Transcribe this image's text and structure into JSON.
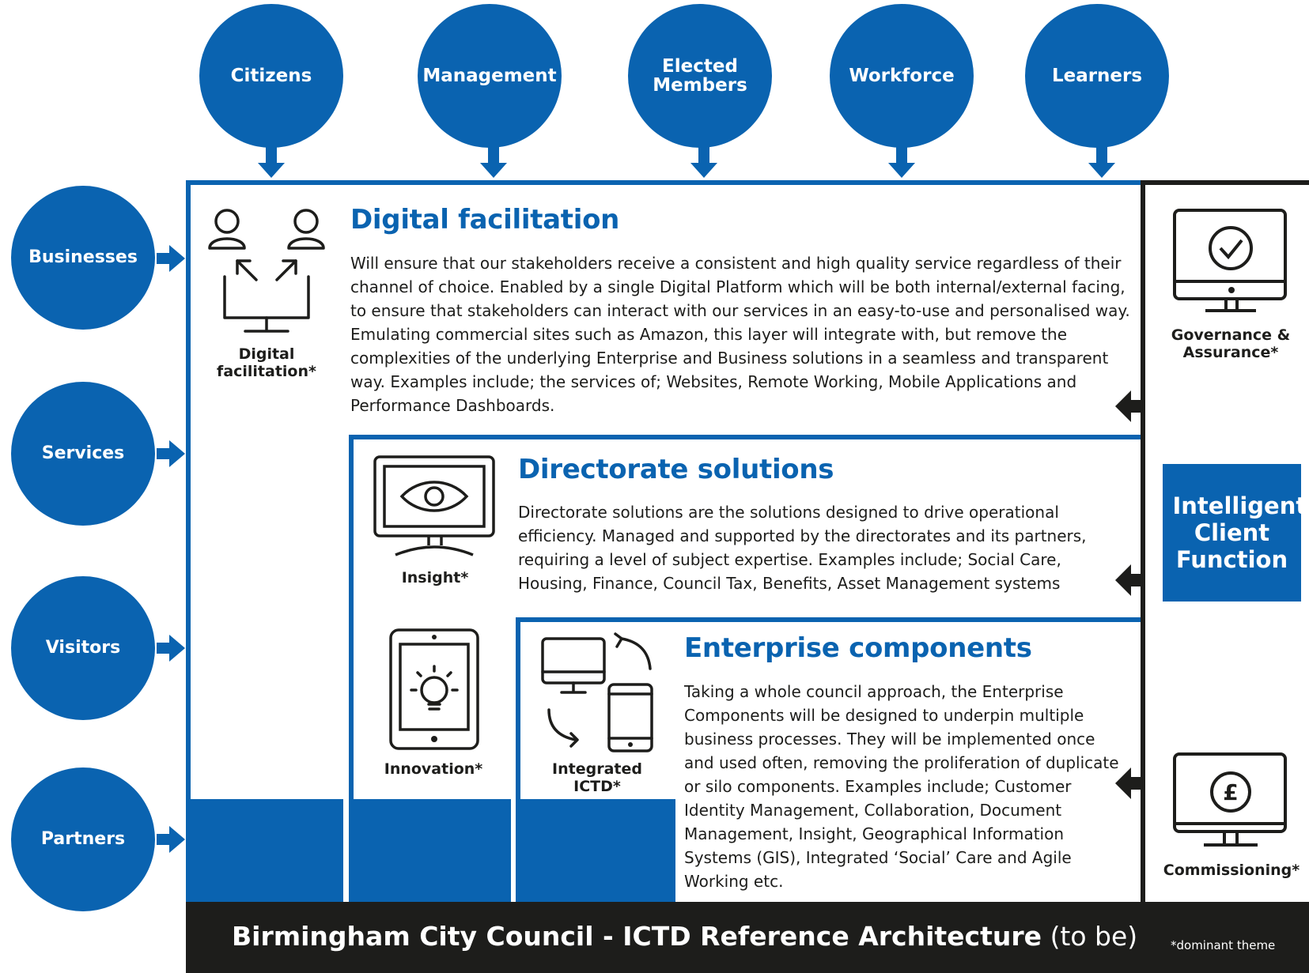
{
  "stakeholders_top": [
    "Citizens",
    "Management",
    "Elected Members",
    "Workforce",
    "Learners"
  ],
  "stakeholders_left": [
    "Businesses",
    "Services",
    "Visitors",
    "Partners"
  ],
  "layers": {
    "digital": {
      "title": "Digital facilitation",
      "text": "Will ensure that our stakeholders receive a consistent and high quality service regardless of their channel of choice. Enabled by a single Digital Platform which will be both internal/external facing, to ensure that stakeholders can interact with our services in an easy-to-use and personalised way. Emulating commercial sites such as Amazon, this layer will integrate with, but remove the complexities of the underlying Enterprise and Business solutions in a seamless and transparent way. Examples include; the services of; Websites, Remote Working, Mobile Applications and Performance Dashboards.",
      "icon_label": "Digital facilitation*"
    },
    "directorate": {
      "title": "Directorate solutions",
      "text": "Directorate solutions are the solutions designed to drive operational efficiency. Managed and supported by the directorates and its partners, requiring a level of subject expertise. Examples include; Social Care, Housing, Finance, Council Tax, Benefits, Asset Management systems",
      "icon_label": "Insight*"
    },
    "enterprise": {
      "title": "Enterprise components",
      "text": "Taking a whole council approach, the Enterprise Components will be designed to underpin multiple business processes. They will be implemented once and used often, removing the proliferation of duplicate or silo components. Examples include; Customer Identity Management, Collaboration, Document Management, Insight, Geographical Information Systems (GIS), Integrated ‘Social’ Care and Agile Working etc.",
      "icon_label_innovation": "Innovation*",
      "icon_label_integrated": "Integrated ICTD*"
    }
  },
  "right_panel": {
    "governance": "Governance & Assurance*",
    "icf": "Intelligent Client Function",
    "commissioning": "Commissioning*"
  },
  "footer": {
    "title_bold": "Birmingham City Council - ICTD Reference Architecture",
    "title_light": "(to be)",
    "note": "*dominant theme"
  },
  "colors": {
    "brand_blue": "#0a63b0",
    "dark": "#1d1d1b",
    "white": "#ffffff"
  },
  "icons": [
    "people-exchange-icon",
    "eye-monitor-icon",
    "lightbulb-tablet-icon",
    "devices-sync-icon",
    "check-monitor-icon",
    "pound-monitor-icon"
  ]
}
